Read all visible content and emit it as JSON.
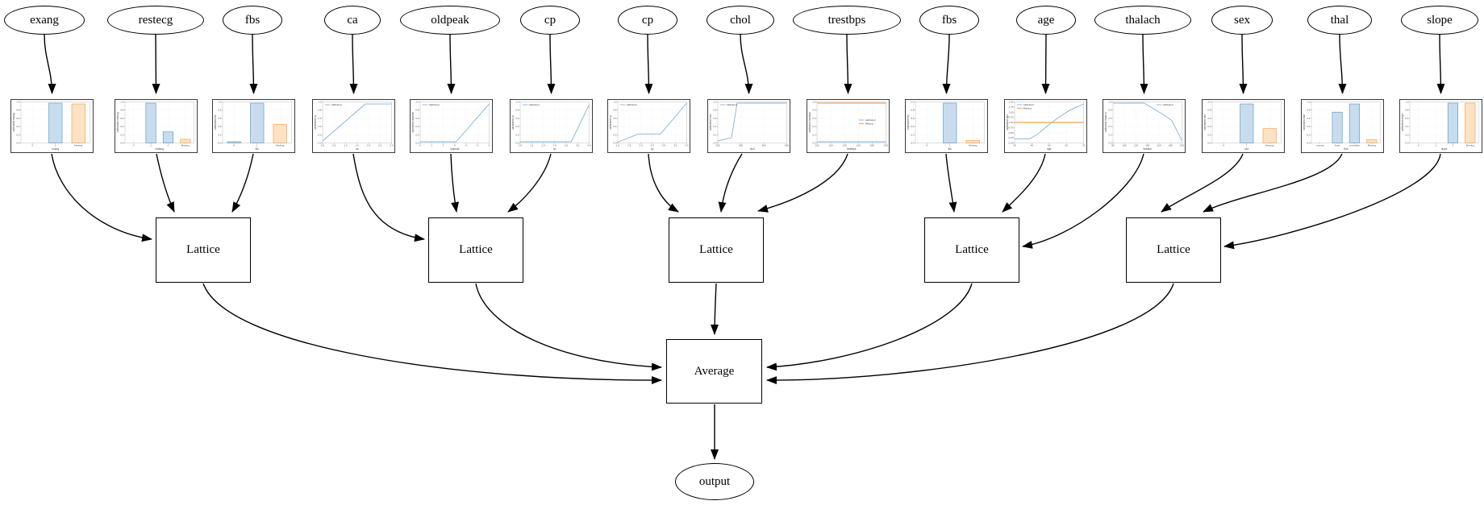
{
  "graph": {
    "features": [
      {
        "id": "exang",
        "label": "exang"
      },
      {
        "id": "restecg",
        "label": "restecg"
      },
      {
        "id": "fbs",
        "label": "fbs"
      },
      {
        "id": "ca",
        "label": "ca"
      },
      {
        "id": "oldpeak",
        "label": "oldpeak"
      },
      {
        "id": "cp",
        "label": "cp"
      },
      {
        "id": "cp_2",
        "label": "cp"
      },
      {
        "id": "chol",
        "label": "chol"
      },
      {
        "id": "trestbps",
        "label": "trestbps"
      },
      {
        "id": "fbs_2",
        "label": "fbs"
      },
      {
        "id": "age",
        "label": "age"
      },
      {
        "id": "thalach",
        "label": "thalach"
      },
      {
        "id": "sex",
        "label": "sex"
      },
      {
        "id": "thal",
        "label": "thal"
      },
      {
        "id": "slope",
        "label": "slope"
      }
    ],
    "lattices": [
      {
        "label": "Lattice"
      },
      {
        "label": "Lattice"
      },
      {
        "label": "Lattice"
      },
      {
        "label": "Lattice"
      },
      {
        "label": "Lattice"
      }
    ],
    "lattice_inputs": [
      [
        "exang",
        "restecg",
        "fbs"
      ],
      [
        "ca",
        "oldpeak",
        "cp"
      ],
      [
        "cp_2",
        "chol",
        "trestbps"
      ],
      [
        "fbs_2",
        "age",
        "thalach"
      ],
      [
        "sex",
        "thal",
        "slope"
      ]
    ],
    "combiner": {
      "label": "Average"
    },
    "output": {
      "label": "output"
    }
  },
  "colors": {
    "blue_line": "#7fb3d9",
    "orange_line": "#f6b26e",
    "blue_fill": "#c8dcee",
    "blue_stroke": "#649fce",
    "orange_fill": "#fde2c4",
    "orange_stroke": "#f0a452",
    "grid": "#e6e6e6",
    "spine": "#c0c0c0",
    "tick_text": "#555555",
    "edge": "#000000"
  },
  "chart_data": [
    {
      "id": "exang",
      "type": "bar",
      "xlabel": "exang",
      "ylabel": "calibrated exang",
      "categories": [
        "0",
        "1",
        "Missing"
      ],
      "values": [
        0,
        0.97,
        0.95
      ],
      "bar_colors": [
        "blue",
        "blue",
        "orange"
      ],
      "yticks": [
        "1.0",
        "0.8",
        "0.6",
        "0.4",
        "0.2",
        "0.0"
      ]
    },
    {
      "id": "restecg",
      "type": "bar",
      "xlabel": "restecg",
      "ylabel": "calibrated restecg",
      "categories": [
        "0",
        "1",
        "2",
        "Missing"
      ],
      "values": [
        0,
        0.97,
        0.27,
        0.09
      ],
      "bar_colors": [
        "blue",
        "blue",
        "blue",
        "orange"
      ],
      "yticks": [
        "1.0",
        "0.8",
        "0.6",
        "0.4",
        "0.2",
        "0.0"
      ]
    },
    {
      "id": "fbs",
      "type": "bar",
      "xlabel": "fbs",
      "ylabel": "calibrated fbs",
      "categories": [
        "0",
        "1",
        "Missing"
      ],
      "values": [
        0.03,
        0.97,
        0.45
      ],
      "bar_colors": [
        "blue",
        "blue",
        "orange"
      ],
      "yticks": [
        "1.0",
        "0.8",
        "0.6",
        "0.4",
        "0.2",
        "0.0"
      ]
    },
    {
      "id": "ca",
      "type": "line",
      "xlabel": "ca",
      "ylabel": "calibrated ca",
      "xticks": [
        "0.0",
        "0.5",
        "1.0",
        "1.5",
        "2.0",
        "2.5",
        "3.0"
      ],
      "yticks": [
        "1.0",
        "0.8",
        "0.6",
        "0.4",
        "0.2",
        "0.0"
      ],
      "series": [
        {
          "name": "calibrated",
          "color": "blue",
          "points": [
            [
              0,
              0.05
            ],
            [
              0.62,
              0.95
            ],
            [
              1,
              0.95
            ]
          ]
        }
      ],
      "legend": "nw"
    },
    {
      "id": "oldpeak",
      "type": "line",
      "xlabel": "oldpeak",
      "ylabel": "calibrated oldpeak",
      "xticks": [
        "0",
        "1",
        "2",
        "3",
        "4",
        "5",
        "6"
      ],
      "yticks": [
        "1.0",
        "0.8",
        "0.6",
        "0.4",
        "0.2",
        "0.0"
      ],
      "series": [
        {
          "name": "calibrated",
          "color": "blue",
          "points": [
            [
              0,
              0.03
            ],
            [
              0.52,
              0.03
            ],
            [
              1,
              0.95
            ]
          ]
        }
      ],
      "legend": "nw"
    },
    {
      "id": "cp",
      "type": "line",
      "xlabel": "cp",
      "ylabel": "calibrated cp",
      "xticks": [
        "1.0",
        "1.5",
        "2.0",
        "2.5",
        "3.0",
        "3.5",
        "4.0"
      ],
      "yticks": [
        "1.0",
        "0.8",
        "0.6",
        "0.4",
        "0.2",
        "0.0"
      ],
      "series": [
        {
          "name": "calibrated",
          "color": "blue",
          "points": [
            [
              0,
              0.03
            ],
            [
              0.74,
              0.03
            ],
            [
              1,
              0.93
            ]
          ]
        }
      ],
      "legend": "nw"
    },
    {
      "id": "cp_2",
      "type": "line",
      "xlabel": "cp",
      "ylabel": "calibrated cp",
      "xticks": [
        "1.0",
        "1.5",
        "2.0",
        "2.5",
        "3.0",
        "3.5",
        "4.0"
      ],
      "yticks": [
        "1.0",
        "0.8",
        "0.6",
        "0.4",
        "0.2",
        "0.0"
      ],
      "series": [
        {
          "name": "calibrated",
          "color": "blue",
          "points": [
            [
              0,
              0.02
            ],
            [
              0.3,
              0.22
            ],
            [
              0.62,
              0.22
            ],
            [
              1,
              0.97
            ]
          ]
        }
      ],
      "legend": "nw"
    },
    {
      "id": "chol",
      "type": "line",
      "xlabel": "chol",
      "ylabel": "calibrated chol",
      "xticks": [
        "200",
        "300",
        "400",
        "500"
      ],
      "yticks": [
        "1.0",
        "0.8",
        "0.6",
        "0.4",
        "0.2",
        "0.0"
      ],
      "series": [
        {
          "name": "calibrated",
          "color": "blue",
          "points": [
            [
              0,
              0.05
            ],
            [
              0.2,
              0.13
            ],
            [
              0.28,
              0.97
            ],
            [
              1,
              0.97
            ]
          ]
        }
      ],
      "legend": "nw"
    },
    {
      "id": "trestbps",
      "type": "line",
      "xlabel": "trestbps",
      "ylabel": "calibrated trestbps",
      "xticks": [
        "100",
        "120",
        "140",
        "160",
        "180",
        "200"
      ],
      "yticks": [
        "1.0",
        "0.8",
        "0.6",
        "0.4",
        "0.2",
        "0.0"
      ],
      "series": [
        {
          "name": "calibrated",
          "color": "blue",
          "points": [
            [
              0,
              0.03
            ],
            [
              1,
              0.03
            ]
          ]
        },
        {
          "name": "Missing",
          "color": "orange",
          "points": [
            [
              0,
              0.97
            ],
            [
              1,
              0.97
            ]
          ]
        }
      ],
      "legend": "e"
    },
    {
      "id": "fbs_2",
      "type": "bar",
      "xlabel": "fbs",
      "ylabel": "calibrated fbs",
      "categories": [
        "0",
        "1",
        "Missing"
      ],
      "values": [
        0,
        0.97,
        0.06
      ],
      "bar_colors": [
        "blue",
        "blue",
        "orange"
      ],
      "yticks": [
        "1.0",
        "0.8",
        "0.6",
        "0.4",
        "0.2",
        "0.0"
      ]
    },
    {
      "id": "age",
      "type": "line",
      "xlabel": "age",
      "ylabel": "calibrated age",
      "xticks": [
        "30",
        "40",
        "50",
        "60",
        "70"
      ],
      "yticks": [
        "2.00",
        "1.75",
        "1.50",
        "1.25",
        "1.00",
        "0.75",
        "0.50",
        "0.25",
        "0.00"
      ],
      "series": [
        {
          "name": "calibrated",
          "color": "blue",
          "points": [
            [
              0,
              0.1
            ],
            [
              0.22,
              0.1
            ],
            [
              0.32,
              0.2
            ],
            [
              0.5,
              0.45
            ],
            [
              0.62,
              0.6
            ],
            [
              0.8,
              0.8
            ],
            [
              1,
              0.95
            ]
          ]
        },
        {
          "name": "Missing",
          "color": "orange",
          "points": [
            [
              0,
              0.5
            ],
            [
              1,
              0.5
            ]
          ]
        }
      ],
      "legend": "nw"
    },
    {
      "id": "thalach",
      "type": "line",
      "xlabel": "thalach",
      "ylabel": "calibrated thalach",
      "xticks": [
        "80",
        "100",
        "120",
        "140",
        "160",
        "180",
        "200"
      ],
      "yticks": [
        "1.0",
        "0.8",
        "0.6",
        "0.4",
        "0.2",
        "0.0"
      ],
      "series": [
        {
          "name": "calibrated",
          "color": "blue",
          "points": [
            [
              0,
              0.97
            ],
            [
              0.45,
              0.97
            ],
            [
              0.7,
              0.72
            ],
            [
              0.85,
              0.55
            ],
            [
              1,
              0.06
            ]
          ]
        }
      ],
      "legend": "ne"
    },
    {
      "id": "sex",
      "type": "bar",
      "xlabel": "sex",
      "ylabel": "calibrated sex",
      "categories": [
        "0",
        "1",
        "Missing"
      ],
      "values": [
        0,
        0.95,
        0.35
      ],
      "bar_colors": [
        "blue",
        "blue",
        "orange"
      ],
      "yticks": [
        "1.0",
        "0.8",
        "0.6",
        "0.4",
        "0.2",
        "0.0"
      ]
    },
    {
      "id": "thal",
      "type": "bar",
      "xlabel": "thal",
      "ylabel": "calibrated thal",
      "categories": [
        "normal",
        "fixed",
        "reversible",
        "Missing"
      ],
      "values": [
        0,
        0.75,
        0.95,
        0.08
      ],
      "bar_colors": [
        "blue",
        "blue",
        "blue",
        "orange"
      ],
      "yticks": [
        "1.0",
        "0.8",
        "0.6",
        "0.4",
        "0.2",
        "0.0"
      ]
    },
    {
      "id": "slope",
      "type": "bar",
      "xlabel": "slope",
      "ylabel": "calibrated slope",
      "categories": [
        "0",
        "1",
        "2",
        "Missing"
      ],
      "values": [
        0,
        0,
        0.97,
        0.97
      ],
      "bar_colors": [
        "blue",
        "blue",
        "blue",
        "orange"
      ],
      "yticks": [
        "1.0",
        "0.8",
        "0.6",
        "0.4",
        "0.2",
        "0.0"
      ]
    }
  ]
}
